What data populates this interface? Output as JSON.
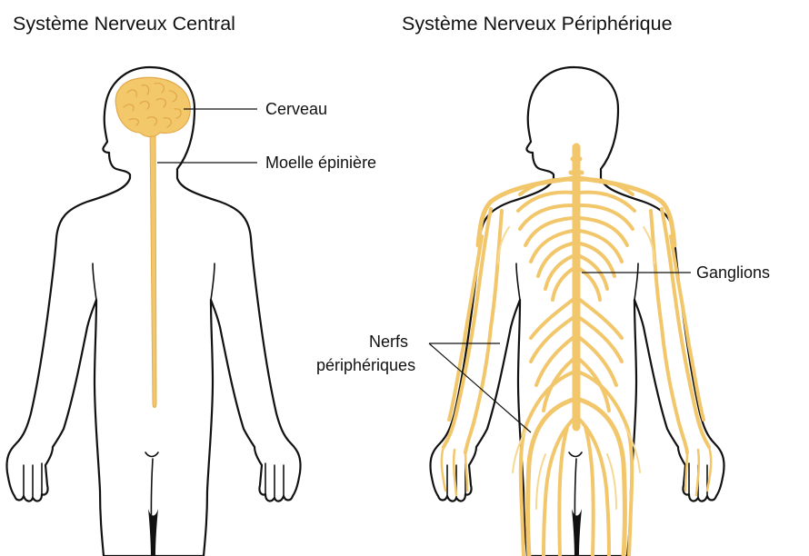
{
  "titles": {
    "cns": "Système Nerveux Central",
    "pns": "Système Nerveux Périphérique"
  },
  "labels": {
    "brain": "Cerveau",
    "spinal_cord": "Moelle épinière",
    "ganglia": "Ganglions",
    "peripheral_nerves_line1": "Nerfs",
    "peripheral_nerves_line2": "périphériques"
  },
  "colors": {
    "nerve": "#F2C76B",
    "nerve_light": "#F7D893",
    "brain": "#F3C86A",
    "brain_fold": "#E2A94A",
    "outline": "#111111",
    "background": "#ffffff"
  }
}
